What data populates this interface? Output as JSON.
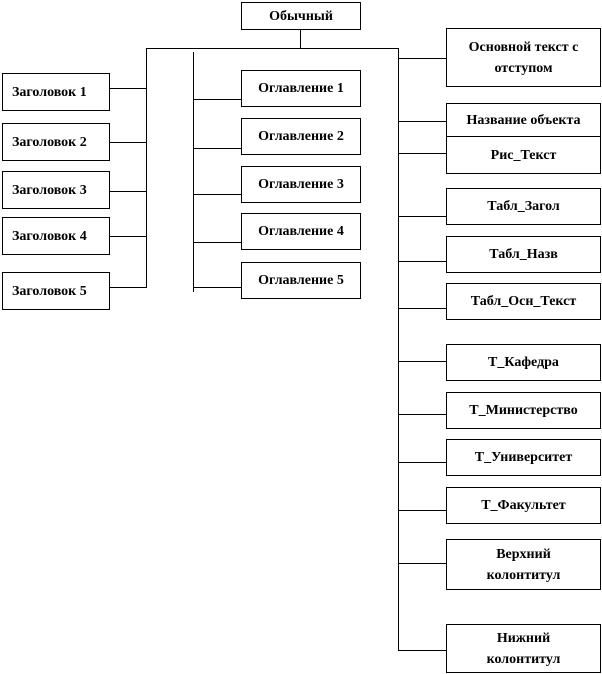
{
  "root": {
    "label": "Обычный"
  },
  "headings": [
    {
      "label": "Заголовок 1"
    },
    {
      "label": "Заголовок 2"
    },
    {
      "label": "Заголовок 3"
    },
    {
      "label": "Заголовок 4"
    },
    {
      "label": "Заголовок 5"
    }
  ],
  "toc": [
    {
      "label": "Оглавление 1"
    },
    {
      "label": "Оглавление 2"
    },
    {
      "label": "Оглавление 3"
    },
    {
      "label": "Оглавление 4"
    },
    {
      "label": "Оглавление 5"
    }
  ],
  "right": [
    {
      "label": "Основной текст  с\nотступом"
    },
    {
      "label": "Название объекта"
    },
    {
      "label": "Рис_Текст"
    },
    {
      "label": "Табл_Загол"
    },
    {
      "label": "Табл_Назв"
    },
    {
      "label": "Табл_Осн_Текст"
    },
    {
      "label": "Т_Кафедра"
    },
    {
      "label": "Т_Министерство"
    },
    {
      "label": "Т_Университет"
    },
    {
      "label": "Т_Факультет"
    },
    {
      "label": "Верхний\nколонтитул"
    },
    {
      "label": "Нижний\nколонтитул"
    }
  ]
}
